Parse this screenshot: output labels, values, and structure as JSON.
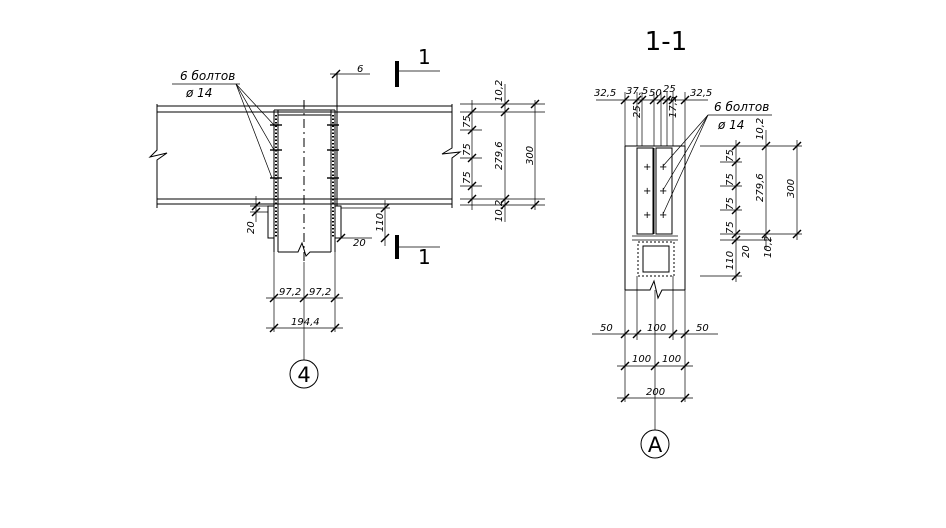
{
  "section_title": "1-1",
  "section_marks": {
    "top": "1",
    "bottom": "1"
  },
  "axis_left": "4",
  "axis_right": "А",
  "bolts_left": {
    "count": "6 болтов",
    "diameter": "ø 14"
  },
  "bolts_right": {
    "count": "6 болтов",
    "diameter": "ø 14"
  },
  "left_dims": {
    "gap_top": "6",
    "h_10_2_top": "10,2",
    "h_75_a": "75",
    "h_75_b": "75",
    "h_75_c": "75",
    "h_279_6": "279,6",
    "h_300": "300",
    "h_10_2_bot": "10,2",
    "stiff_20_left": "20",
    "stiff_20_right": "20",
    "stiff_110": "110",
    "w_97_2_a": "97,2",
    "w_97_2_b": "97,2",
    "w_194_4": "194,4"
  },
  "right_dims": {
    "t_32_5_a": "32,5",
    "t_37_5": "37,5",
    "t_50": "50",
    "t_25": "25",
    "t_32_5_b": "32,5",
    "t_25_low": "25",
    "t_17_5": "17,5",
    "h_10_2_top": "10,2",
    "h_75_a": "75",
    "h_75_b": "75",
    "h_75_c": "75",
    "h_75_d": "75",
    "h_279_6": "279,6",
    "h_300": "300",
    "h_20": "20",
    "h_10_2_bot": "10,2",
    "h_110": "110",
    "w_50_a": "50",
    "w_100_top": "100",
    "w_50_b": "50",
    "w_100_a": "100",
    "w_100_b": "100",
    "w_200": "200"
  }
}
